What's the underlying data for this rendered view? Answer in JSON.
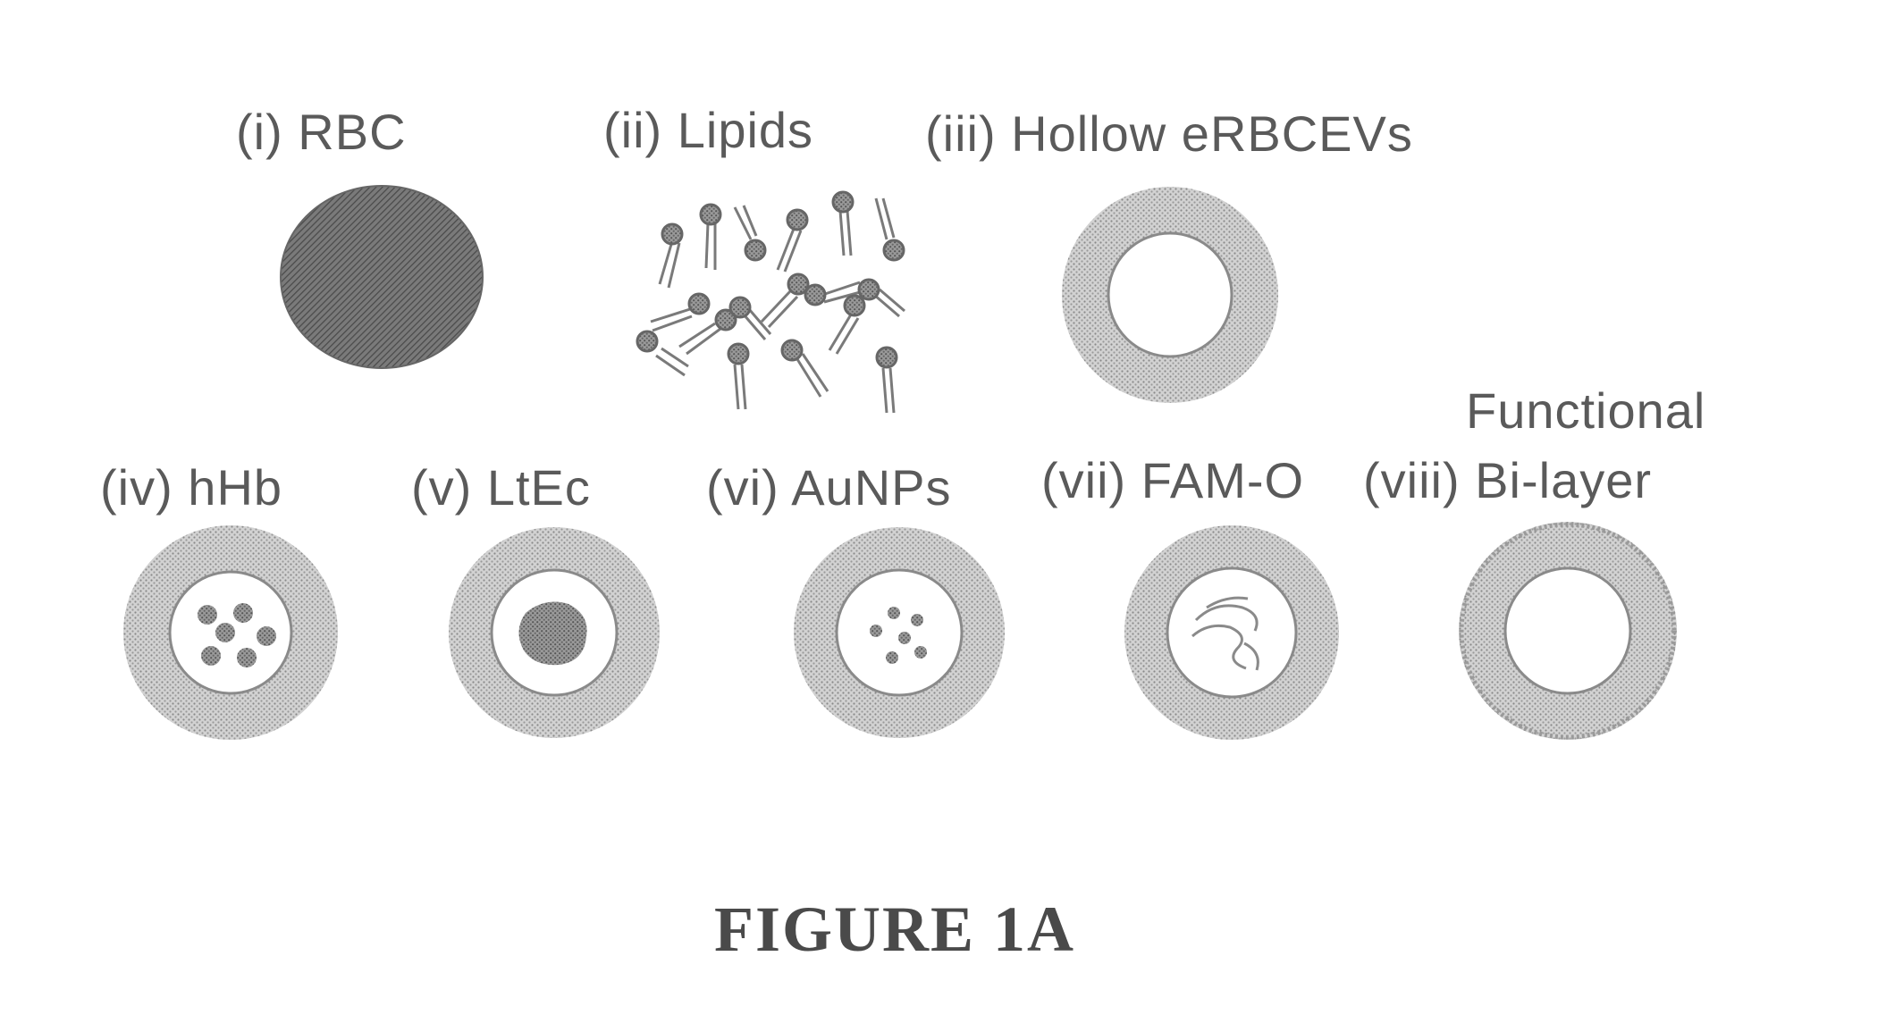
{
  "labels": {
    "rbc": "(i)  RBC",
    "lipids": "(ii)  Lipids",
    "hollow": "(iii) Hollow eRBCEVs",
    "hhb": "(iv) hHb",
    "ltec": "(v)  LtEc",
    "aunps": "(vi)  AuNPs",
    "famo": "(vii)  FAM-O",
    "functional_line1": "Functional",
    "functional_line2": "(viii)  Bi-layer"
  },
  "figure_title": "FIGURE 1A"
}
